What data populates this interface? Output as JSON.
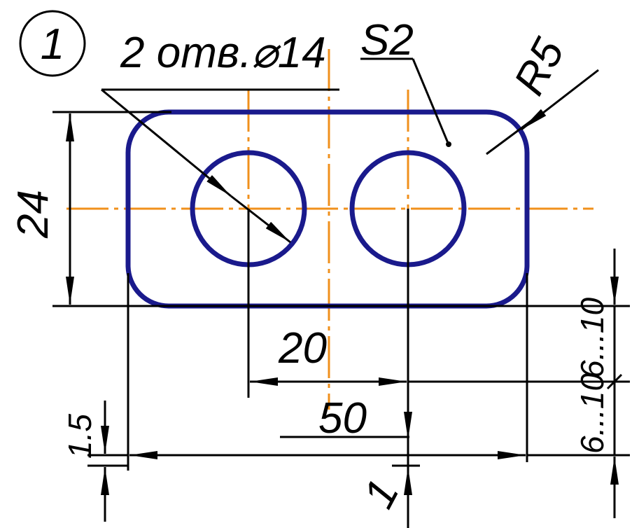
{
  "drawing": {
    "item_number": "1",
    "holes_note": "2 отв.⌀14",
    "thickness": "S2",
    "radius": "R5",
    "dim_height": "24",
    "dim_hole_offset": "20",
    "dim_width": "50",
    "dim_left_gap": "1.5",
    "dim_bottom_gap": "1",
    "dim_right_upper": "6...10",
    "dim_right_lower": "6...10",
    "colors": {
      "part": "#1a1a8c",
      "centerline": "#f0901c",
      "dimension": "#000000"
    }
  }
}
